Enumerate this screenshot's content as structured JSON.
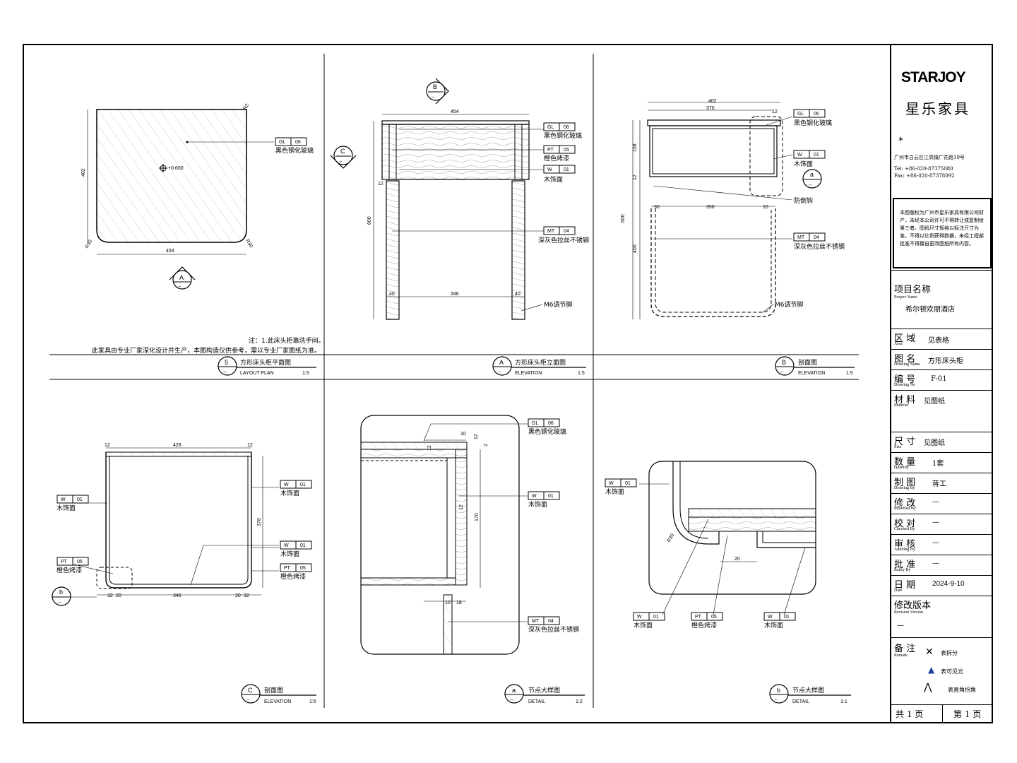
{
  "brand": {
    "logo": "STARJOY",
    "name_cn": "星乐家具",
    "mark": "*"
  },
  "company": {
    "address": "广州市白云区江高镇广花路19号",
    "tel": "Tel: +86-020-87375080",
    "fax": "Fax: +86-020-87378092",
    "copyright": "本图版权为广州市星乐家具有限公司财产，未经本公司许可不得转让或复制给第三者。图纸尺寸规格以标注尺寸为准，不得以比例获得数据，未经工程部批准不得擅自更改图纸所有内容。"
  },
  "title_block": {
    "project_cn": "项目名称",
    "project_en": "Project Name",
    "project_value": "希尔顿欢朋酒店",
    "area_cn": "区 域",
    "area_en": "Area",
    "area_value": "见表格",
    "drawing_cn": "图 名",
    "drawing_en": "Drawing Name",
    "drawing_value": "方形床头柜",
    "no_cn": "编 号",
    "no_en": "Drawing No",
    "no_value": "F-01",
    "material_cn": "材 料",
    "material_en": "Material",
    "material_value": "见图纸",
    "size_cn": "尺 寸",
    "size_en": "Size",
    "size_value": "见图纸",
    "qty_cn": "数 量",
    "qty_en": "Quantity",
    "qty_value": "1套",
    "drawn_cn": "制 图",
    "drawn_en": "Drawing By",
    "drawn_value": "蒋工",
    "mod_cn": "修 改",
    "mod_en": "Modified By",
    "mod_value": "—",
    "check_cn": "校 对",
    "check_en": "Checked By",
    "check_value": "—",
    "audit_cn": "审 核",
    "audit_en": "Auditing By",
    "audit_value": "—",
    "ratify_cn": "批 准",
    "ratify_en": "Ratify By",
    "ratify_value": "—",
    "date_cn": "日 期",
    "date_en": "Date",
    "date_value": "2024-9-10",
    "rev_cn": "修改版本",
    "rev_en": "Revision Version",
    "rev_value": "—",
    "remark_cn": "备 注",
    "remark_en": "Remark",
    "remark_1": "表拆分",
    "remark_2": "表可见光",
    "remark_3": "表直角拐角",
    "pages_total": "共 1 页",
    "page_cur": "第 1 页"
  },
  "notes": {
    "note1": "注：1.此床头柜靠洗手间。",
    "note2": "此家具由专业厂家深化设计并生产，本图构造仅供参考，需以专业厂家图纸为准。"
  },
  "views": {
    "plan": {
      "id": "5",
      "title_cn": "方形床头柜平面图",
      "title_en": "LAYOUT PLAN",
      "scale": "1:5"
    },
    "elevA": {
      "id": "A",
      "title_cn": "方形床头柜立面图",
      "title_en": "ELEVATION",
      "scale": "1:5"
    },
    "secB": {
      "id": "B",
      "title_cn": "剖面图",
      "title_en": "ELEVATION",
      "scale": "1:5"
    },
    "secC": {
      "id": "C",
      "title_cn": "剖面图",
      "title_en": "ELEVATION",
      "scale": "1:5"
    },
    "detA": {
      "id": "a",
      "title_cn": "节点大样图",
      "title_en": "DETAIL",
      "scale": "1:2"
    },
    "detB": {
      "id": "b",
      "title_cn": "节点大样图",
      "title_en": "DETAIL",
      "scale": "1:1"
    }
  },
  "markers": {
    "dash": "--",
    "A": "A",
    "B": "B",
    "C": "C",
    "a": "a",
    "b": "b"
  },
  "materials": {
    "gl": {
      "code": "GL",
      "num": "06",
      "desc": "黑色钢化玻璃"
    },
    "pt": {
      "code": "PT",
      "num": "05",
      "desc": "橙色烤漆"
    },
    "w": {
      "code": "W",
      "num": "01",
      "desc": "木饰面"
    },
    "mt": {
      "code": "MT",
      "num": "04",
      "desc": "深灰色拉丝不锈钢"
    }
  },
  "callouts": {
    "foot": "M6调节脚",
    "anti": "防倒钩",
    "level": "+0.600"
  },
  "dims": {
    "plan": {
      "w": "454",
      "d": "402",
      "r": "R30",
      "r2": "R2"
    },
    "elevA": {
      "w": "454",
      "h": "600",
      "leg": "40",
      "gap": "346",
      "t": "12"
    },
    "secB": {
      "w1": "402",
      "w2": "370",
      "h": "600",
      "h1": "158",
      "h2": "400",
      "t": "12",
      "a": "30",
      "b": "350",
      "c": "10",
      "d": "12"
    },
    "secC": {
      "w": "426",
      "t": "12",
      "h": "378",
      "a": "32",
      "b": "20",
      "c": "346"
    },
    "detA": {
      "a": "10",
      "b": "12",
      "c": "2",
      "d": "170",
      "e": "18"
    },
    "detB": {
      "a": "20",
      "r": "R30"
    }
  }
}
